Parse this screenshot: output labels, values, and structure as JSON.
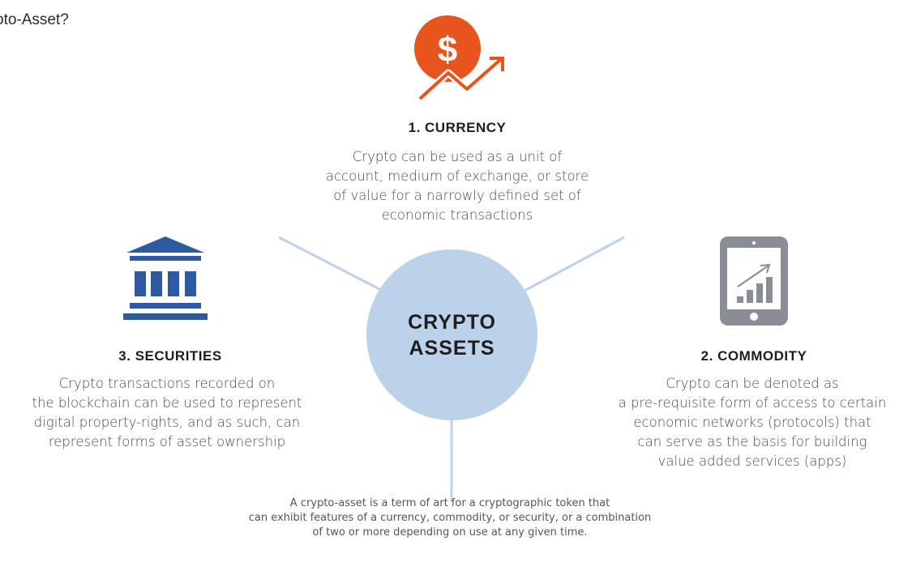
{
  "title": "oto-Asset?",
  "center": {
    "line1": "CRYPTO",
    "line2": "ASSETS"
  },
  "currency": {
    "heading": "1. CURRENCY",
    "icon": "dollar-trend-icon",
    "icon_color": "#e8541e",
    "desc": [
      "Crypto can be used as a unit of",
      "account, medium of exchange, or store",
      "of value for a narrowly defined set of",
      "economic transactions"
    ]
  },
  "commodity": {
    "heading": "2. COMMODITY",
    "icon": "tablet-chart-icon",
    "icon_color": "#8a8d93",
    "desc": [
      "Crypto can be denoted as",
      "a pre-requisite form of access to certain",
      "economic networks (protocols) that",
      "can serve as the basis for building",
      "value added services (apps)"
    ]
  },
  "securities": {
    "heading": "3. SECURITIES",
    "icon": "bank-building-icon",
    "icon_color": "#2d5aa0",
    "desc": [
      "Crypto transactions recorded on",
      "the blockchain can be used to represent",
      "digital property-rights, and as such, can",
      "represent forms of asset ownership"
    ]
  },
  "footnote": [
    "A crypto-asset is a term of art for a cryptographic token that",
    "can exhibit features of a currency, commodity, or security, or a combination",
    "of two or more depending on use at any given time."
  ],
  "colors": {
    "circle": "#bcd2ea",
    "connector": "#bcd2ea"
  }
}
